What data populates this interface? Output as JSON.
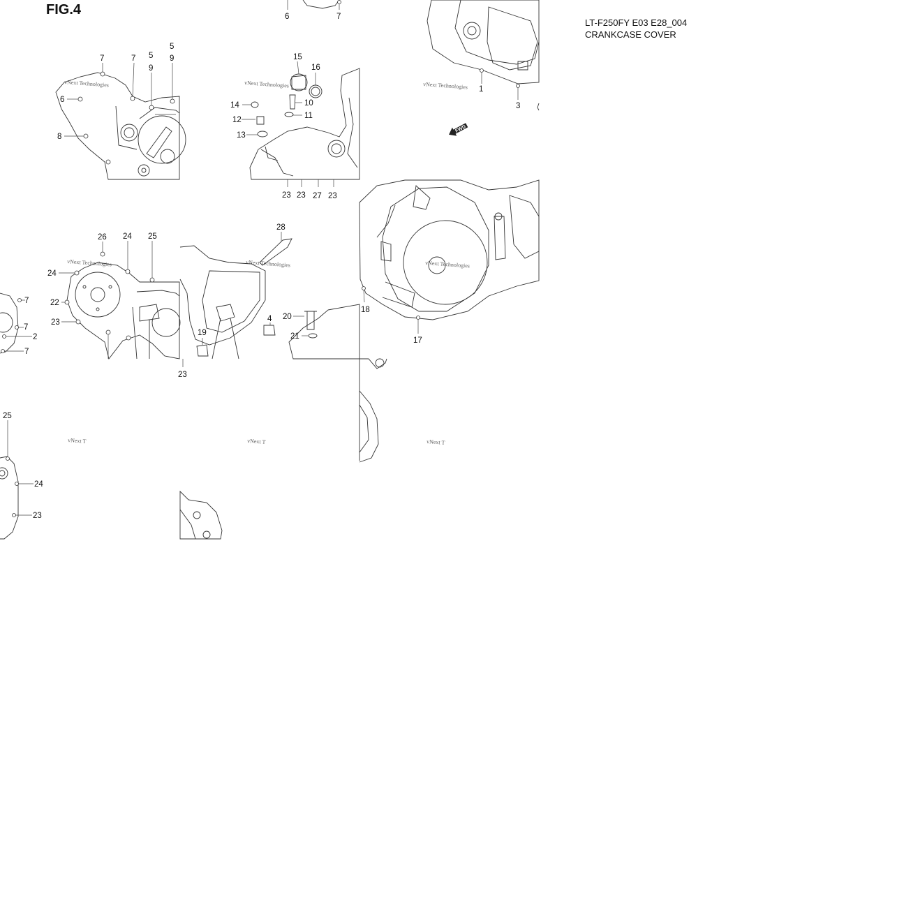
{
  "figure": {
    "label": "FIG.4",
    "model_code": "LT-F250FY E03 E28_004",
    "part_name": "CRANKCASE COVER"
  },
  "watermark": {
    "full": "vNext Technologies",
    "cut": "vNext T"
  },
  "forward_marker": "FWD",
  "callouts": [
    {
      "id": "c6a",
      "text": "6"
    },
    {
      "id": "c7a",
      "text": "7"
    },
    {
      "id": "c7b",
      "text": "7"
    },
    {
      "id": "c7c",
      "text": "7"
    },
    {
      "id": "c5a",
      "text": "5"
    },
    {
      "id": "c9a",
      "text": "9"
    },
    {
      "id": "c5b",
      "text": "5"
    },
    {
      "id": "c9b",
      "text": "9"
    },
    {
      "id": "c6b",
      "text": "6"
    },
    {
      "id": "c8",
      "text": "8"
    },
    {
      "id": "c15",
      "text": "15"
    },
    {
      "id": "c16",
      "text": "16"
    },
    {
      "id": "c14",
      "text": "14"
    },
    {
      "id": "c10",
      "text": "10"
    },
    {
      "id": "c12",
      "text": "12"
    },
    {
      "id": "c11",
      "text": "11"
    },
    {
      "id": "c13",
      "text": "13"
    },
    {
      "id": "c23a",
      "text": "23"
    },
    {
      "id": "c23b",
      "text": "23"
    },
    {
      "id": "c27",
      "text": "27"
    },
    {
      "id": "c23c",
      "text": "23"
    },
    {
      "id": "c1",
      "text": "1"
    },
    {
      "id": "c3",
      "text": "3"
    },
    {
      "id": "c26",
      "text": "26"
    },
    {
      "id": "c24a",
      "text": "24"
    },
    {
      "id": "c25a",
      "text": "25"
    },
    {
      "id": "c24b",
      "text": "24"
    },
    {
      "id": "c22",
      "text": "22"
    },
    {
      "id": "c23d",
      "text": "23"
    },
    {
      "id": "c7d",
      "text": "7"
    },
    {
      "id": "c7e",
      "text": "7"
    },
    {
      "id": "c2",
      "text": "2"
    },
    {
      "id": "c7f",
      "text": "7"
    },
    {
      "id": "c28",
      "text": "28"
    },
    {
      "id": "c19",
      "text": "19"
    },
    {
      "id": "c4",
      "text": "4"
    },
    {
      "id": "c20",
      "text": "20"
    },
    {
      "id": "c21",
      "text": "21"
    },
    {
      "id": "c23e",
      "text": "23"
    },
    {
      "id": "c18",
      "text": "18"
    },
    {
      "id": "c17",
      "text": "17"
    },
    {
      "id": "c25b",
      "text": "25"
    },
    {
      "id": "c24c",
      "text": "24"
    },
    {
      "id": "c23f",
      "text": "23"
    }
  ]
}
